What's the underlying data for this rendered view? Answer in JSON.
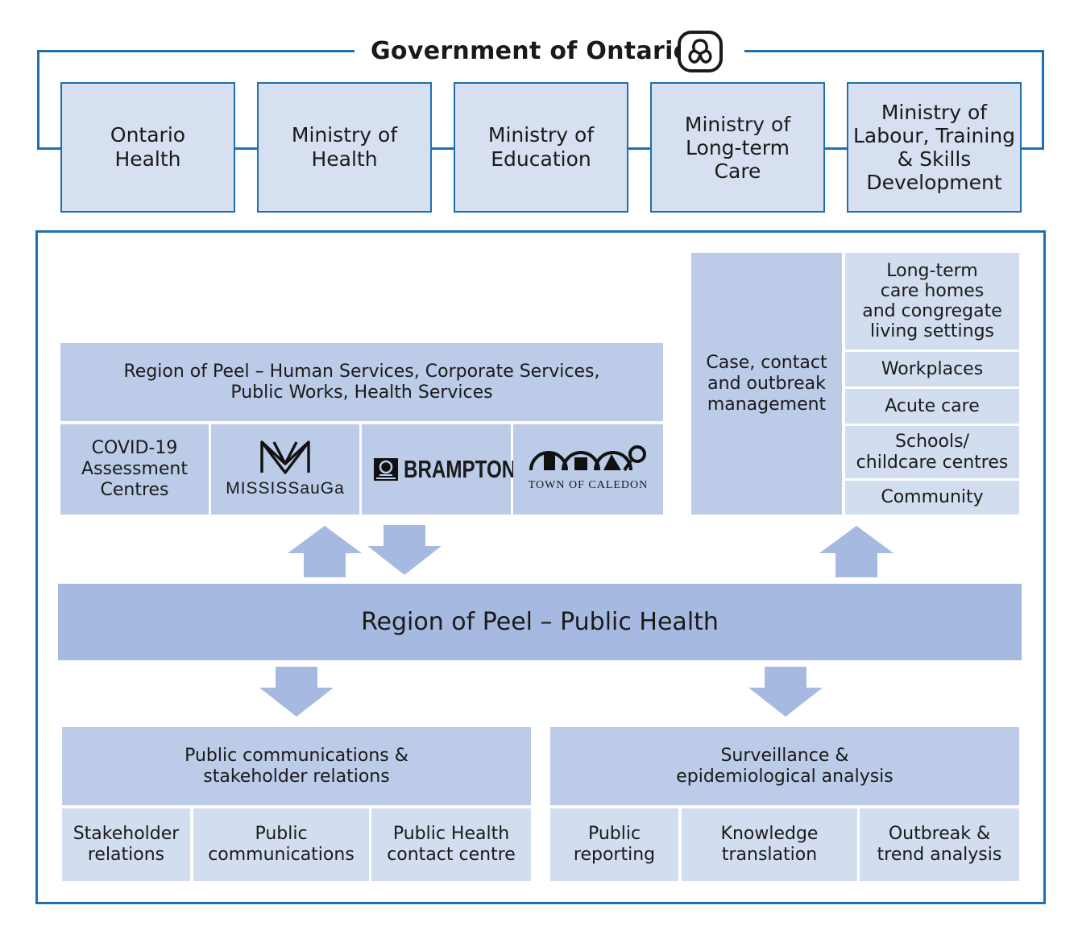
{
  "government": {
    "title": "Government of Ontario",
    "logo_icon": "ontario-trillium-logo"
  },
  "ministries": [
    {
      "label": "Ontario\nHealth"
    },
    {
      "label": "Ministry of\nHealth"
    },
    {
      "label": "Ministry of\nEducation"
    },
    {
      "label": "Ministry of\nLong-term\nCare"
    },
    {
      "label": "Ministry of\nLabour, Training\n& Skills\nDevelopment"
    }
  ],
  "region_services": {
    "header": "Region of Peel – Human Services, Corporate Services,\nPublic Works, Health Services",
    "covid_centres": "COVID-19\nAssessment\nCentres",
    "mississauga_logo": "MISSISSauGa",
    "brampton_logo": "BRAMPTON",
    "caledon_logo": "TOWN OF CALEDON"
  },
  "case_management": {
    "label": "Case, contact\nand outbreak\nmanagement",
    "settings": [
      {
        "label": "Long-term\ncare homes\nand congregate\nliving settings"
      },
      {
        "label": "Workplaces"
      },
      {
        "label": "Acute care"
      },
      {
        "label": "Schools/\nchildcare centres"
      },
      {
        "label": "Community"
      }
    ]
  },
  "public_health": {
    "label": "Region of Peel – Public Health"
  },
  "communications": {
    "header": "Public communications &\nstakeholder relations",
    "items": [
      {
        "label": "Stakeholder\nrelations"
      },
      {
        "label": "Public\ncommunications"
      },
      {
        "label": "Public Health\ncontact centre"
      }
    ]
  },
  "surveillance": {
    "header": "Surveillance &\nepidemiological analysis",
    "items": [
      {
        "label": "Public\nreporting"
      },
      {
        "label": "Knowledge\ntranslation"
      },
      {
        "label": "Outbreak &\ntrend analysis"
      }
    ]
  },
  "colors": {
    "border_blue": "#1e6fb0",
    "box_pale": "#d7e0f1",
    "box_mid": "#bccbe8",
    "public_health_band": "#a6b9e0",
    "arrow": "#a6b9e0"
  }
}
